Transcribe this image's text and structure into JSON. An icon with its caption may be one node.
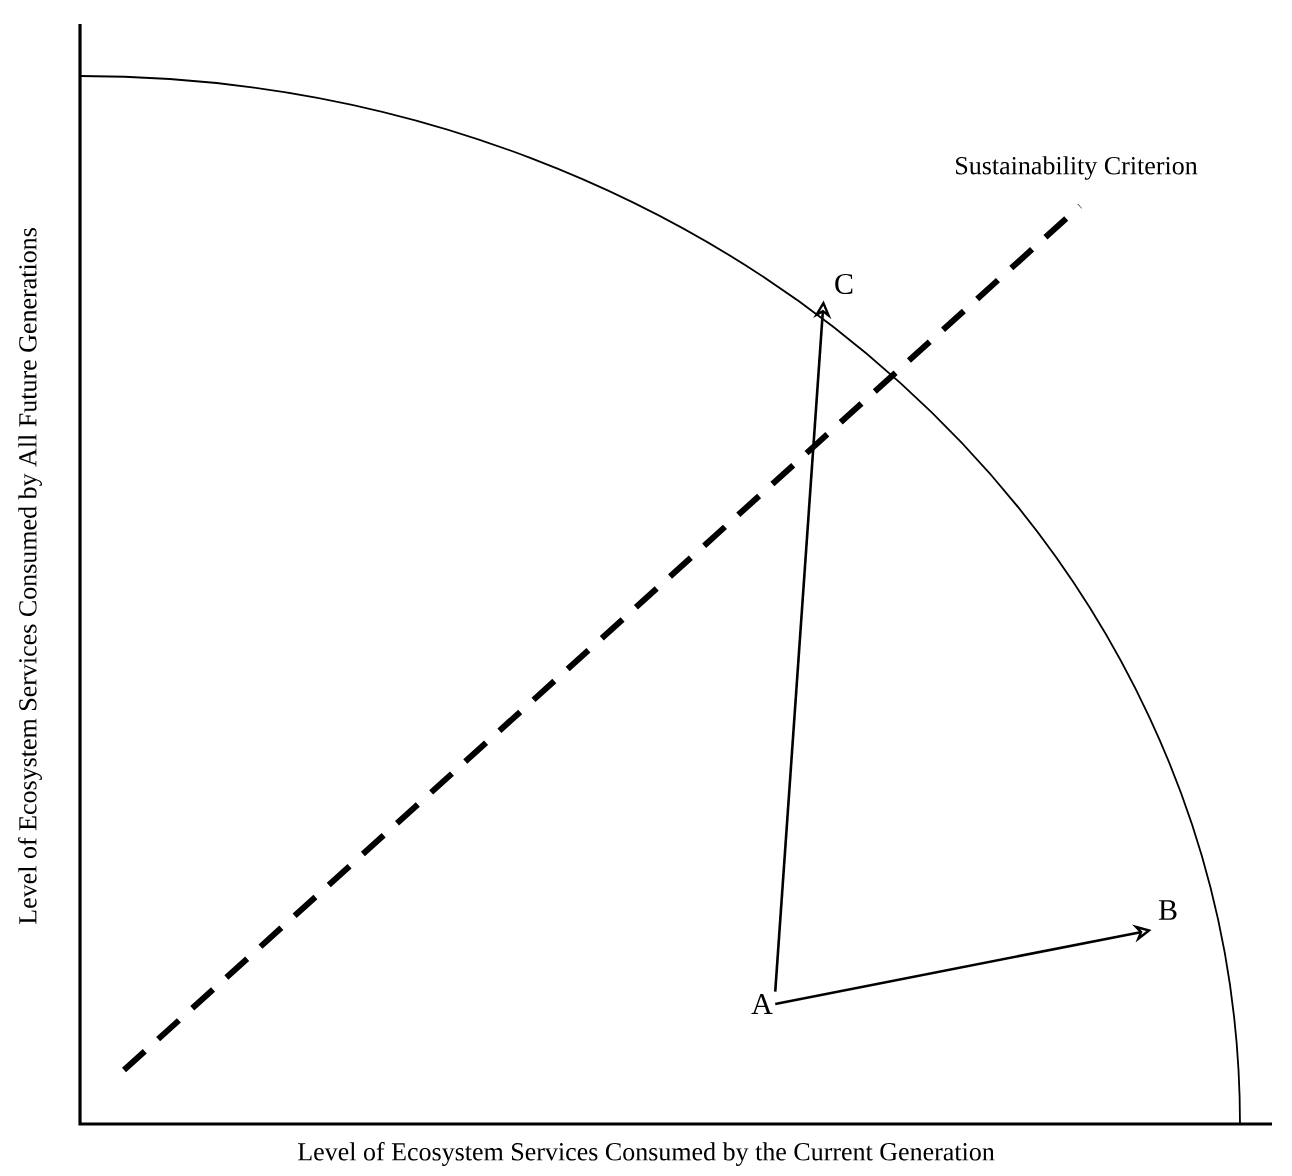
{
  "diagram": {
    "nodes": [
      {
        "text": [
          "A"
        ]
      },
      {
        "text": [
          "B"
        ]
      },
      {
        "text": [
          "C"
        ]
      }
    ],
    "edges": [
      {
        "from": 0,
        "to": 2,
        "arrow": "to"
      },
      {
        "from": 0,
        "to": 1,
        "arrow": "to"
      }
    ],
    "labels": [
      "Sustainability Criterion",
      "Level of Ecosystem Services Consumed by All Future Generations",
      "Level of Ecosystem Services Consumed by the Current Generation"
    ]
  }
}
